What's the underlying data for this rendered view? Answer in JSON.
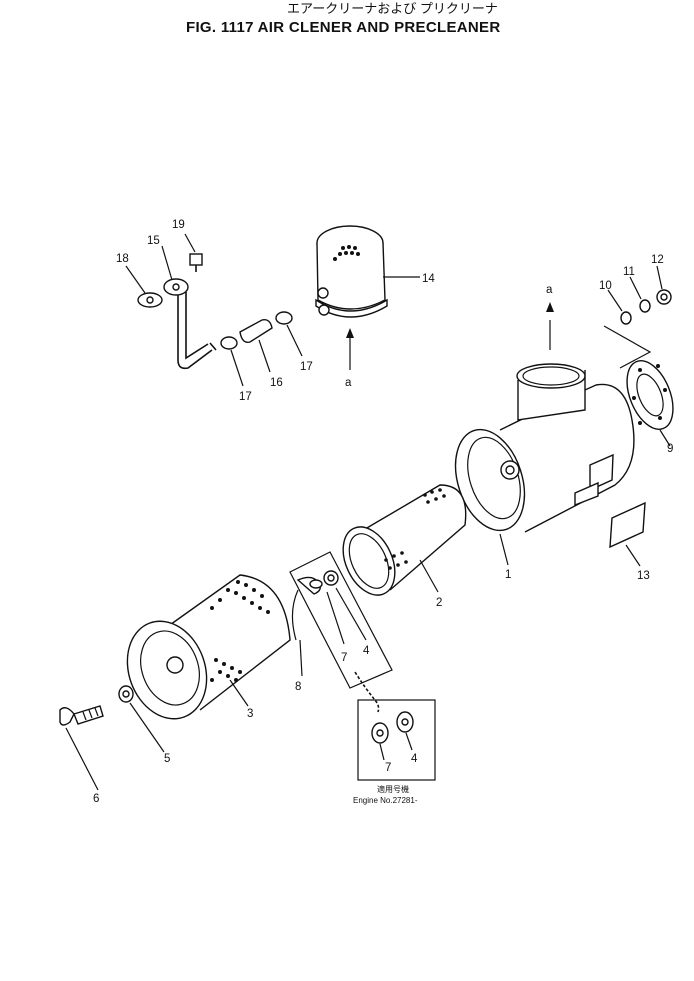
{
  "header": {
    "subtitle_jp": "エアークリーナおよび プリクリーナ",
    "title": "FIG. 1117  AIR CLENER AND PRECLEANER"
  },
  "callouts": {
    "c1": "1",
    "c2": "2",
    "c3": "3",
    "c4": "4",
    "c5": "5",
    "c6": "6",
    "c7": "7",
    "c8": "8",
    "c9": "9",
    "c10": "10",
    "c11": "11",
    "c12": "12",
    "c13": "13",
    "c14": "14",
    "c15": "15",
    "c16": "16",
    "c17a": "17",
    "c17b": "17",
    "c18": "18",
    "c19": "19",
    "a_top": "a",
    "a_bottom": "a",
    "inset_7": "7",
    "inset_4": "4"
  },
  "inset": {
    "note_jp": "適用号機",
    "note_en": "Engine No.27281-"
  }
}
